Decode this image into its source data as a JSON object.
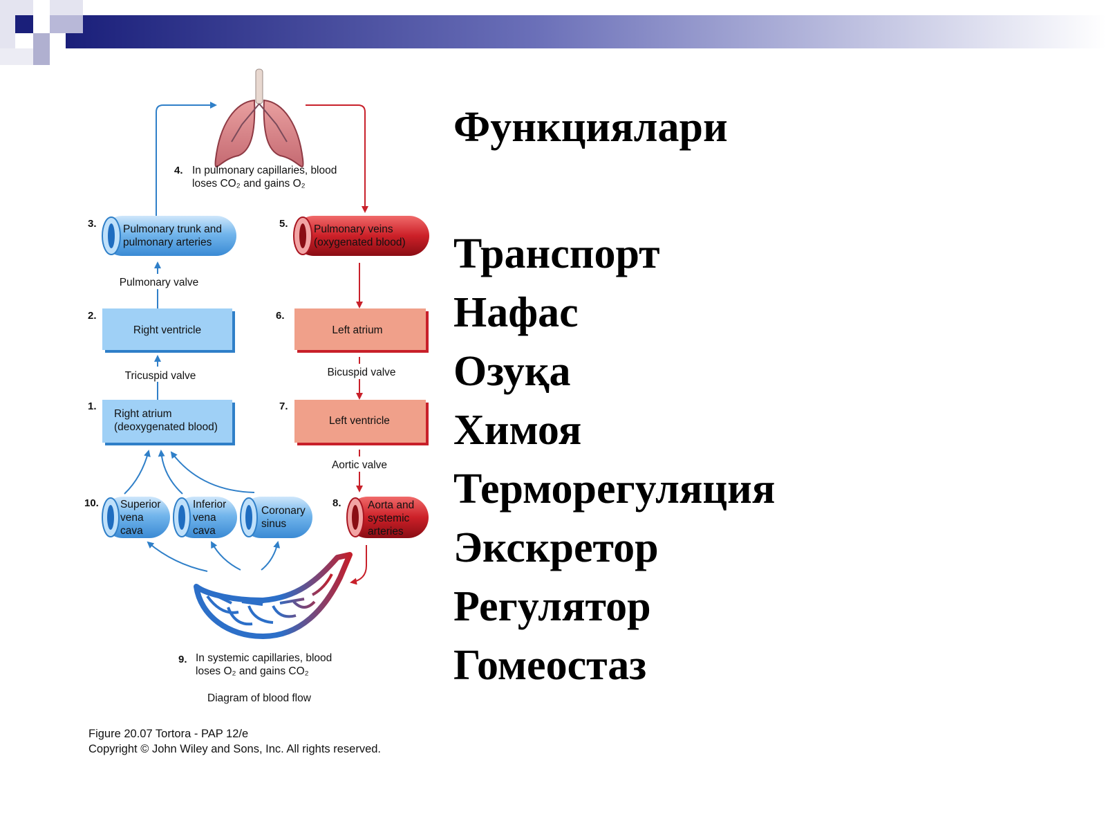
{
  "slide": {
    "title": "Функциялари",
    "functions": [
      "Транспорт",
      "Нафас",
      "Озуқа",
      "Химоя",
      "Терморегуляция",
      "Экскретор",
      "Регулятор",
      "Гомеостаз"
    ]
  },
  "diagram": {
    "steps": {
      "s1": {
        "num": "1.",
        "line1": "Right atrium",
        "line2": "(deoxygenated blood)"
      },
      "s2": {
        "num": "2.",
        "line1": "Right ventricle"
      },
      "s3": {
        "num": "3.",
        "line1": "Pulmonary trunk and",
        "line2": "pulmonary arteries"
      },
      "s4": {
        "num": "4.",
        "line1": "In pulmonary capillaries, blood",
        "line2": "loses CO₂ and gains O₂"
      },
      "s5": {
        "num": "5.",
        "line1": "Pulmonary veins",
        "line2": "(oxygenated blood)"
      },
      "s6": {
        "num": "6.",
        "line1": "Left atrium"
      },
      "s7": {
        "num": "7.",
        "line1": "Left ventricle"
      },
      "s8": {
        "num": "8.",
        "line1": "Aorta and",
        "line2": "systemic",
        "line3": "arteries"
      },
      "s9": {
        "num": "9.",
        "line1": "In systemic capillaries, blood",
        "line2": "loses O₂ and gains CO₂"
      },
      "s10": {
        "num": "10."
      }
    },
    "veins": {
      "superior": {
        "line1": "Superior",
        "line2": "vena",
        "line3": "cava"
      },
      "inferior": {
        "line1": "Inferior",
        "line2": "vena",
        "line3": "cava"
      },
      "coronary": {
        "line1": "Coronary",
        "line2": "sinus"
      }
    },
    "valves": {
      "pulmonary": "Pulmonary valve",
      "tricuspid": "Tricuspid valve",
      "bicuspid": "Bicuspid valve",
      "aortic": "Aortic valve"
    },
    "caption": "Diagram of blood flow",
    "figure_ref": "Figure 20.07  Tortora - PAP 12/e",
    "copyright": "Copyright © John Wiley and Sons, Inc. All rights reserved."
  },
  "colors": {
    "deoxygenated": "#4a9fe0",
    "oxygenated": "#c8202a",
    "chamber_red": "#f0a08a",
    "header_navy": "#1a1f7a"
  }
}
